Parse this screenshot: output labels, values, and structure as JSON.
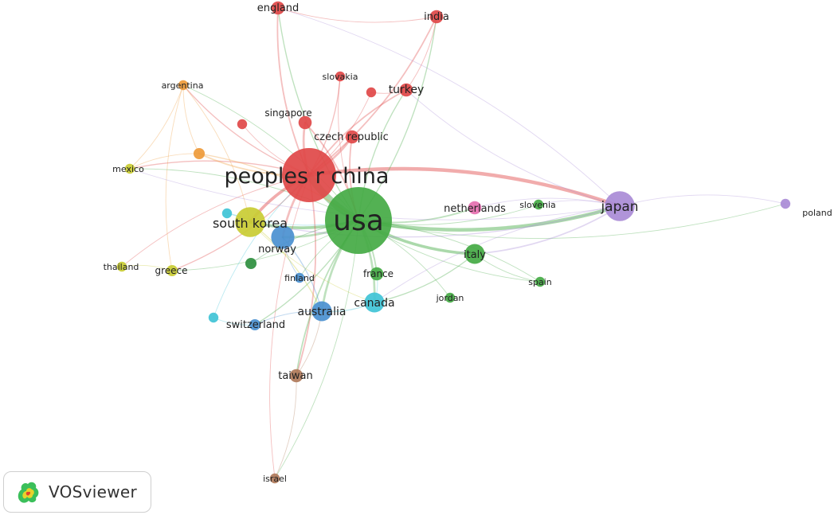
{
  "colors": {
    "red": "#e04848",
    "green": "#44aa44",
    "purple": "#a98bd6",
    "yellow": "#c9cc33",
    "blue": "#4a90d0",
    "cyan": "#3fc3d6",
    "orange": "#ee9a3a",
    "pink": "#e66fb0",
    "brown": "#b07a5a",
    "darkgreen": "#2f8f3f"
  },
  "nodes": [
    {
      "id": "usa",
      "label": "usa",
      "color": "green",
      "weight": 10
    },
    {
      "id": "china",
      "label": "peoples r china",
      "color": "red",
      "weight": 9
    },
    {
      "id": "japan",
      "label": "japan",
      "color": "purple",
      "weight": 4
    },
    {
      "id": "skorea",
      "label": "south korea",
      "color": "yellow",
      "weight": 4
    },
    {
      "id": "norway",
      "label": "norway",
      "color": "blue",
      "weight": 3
    },
    {
      "id": "italy",
      "label": "italy",
      "color": "green",
      "weight": 2.5
    },
    {
      "id": "canada",
      "label": "canada",
      "color": "cyan",
      "weight": 2.5
    },
    {
      "id": "australia",
      "label": "australia",
      "color": "blue",
      "weight": 2.5
    },
    {
      "id": "netherlands",
      "label": "netherlands",
      "color": "pink",
      "weight": 1.5
    },
    {
      "id": "france",
      "label": "france",
      "color": "green",
      "weight": 1.5
    },
    {
      "id": "england",
      "label": "england",
      "color": "red",
      "weight": 1.5
    },
    {
      "id": "india",
      "label": "india",
      "color": "red",
      "weight": 1.5
    },
    {
      "id": "turkey",
      "label": "turkey",
      "color": "red",
      "weight": 1.5
    },
    {
      "id": "czech",
      "label": "czech republic",
      "color": "red",
      "weight": 1.5
    },
    {
      "id": "singapore",
      "label": "singapore",
      "color": "red",
      "weight": 1.5
    },
    {
      "id": "slovakia",
      "label": "slovakia",
      "color": "red",
      "weight": 1
    },
    {
      "id": "argentina",
      "label": "argentina",
      "color": "orange",
      "weight": 1
    },
    {
      "id": "mexico",
      "label": "mexico",
      "color": "yellow",
      "weight": 1
    },
    {
      "id": "thailand",
      "label": "thailand",
      "color": "yellow",
      "weight": 1
    },
    {
      "id": "greece",
      "label": "greece",
      "color": "yellow",
      "weight": 1.2
    },
    {
      "id": "finland",
      "label": "finland",
      "color": "blue",
      "weight": 1
    },
    {
      "id": "switzerland",
      "label": "switzerland",
      "color": "blue",
      "weight": 1.2
    },
    {
      "id": "taiwan",
      "label": "taiwan",
      "color": "brown",
      "weight": 1.5
    },
    {
      "id": "israel",
      "label": "israel",
      "color": "brown",
      "weight": 1
    },
    {
      "id": "slovenia",
      "label": "slovenia",
      "color": "green",
      "weight": 1
    },
    {
      "id": "spain",
      "label": "spain",
      "color": "green",
      "weight": 1
    },
    {
      "id": "jordan",
      "label": "jordan",
      "color": "green",
      "weight": 1
    },
    {
      "id": "poland",
      "label": "poland",
      "color": "purple",
      "weight": 1
    },
    {
      "id": "u1",
      "label": "",
      "color": "orange",
      "weight": 1.2
    },
    {
      "id": "u2",
      "label": "",
      "color": "red",
      "weight": 1
    },
    {
      "id": "u3",
      "label": "",
      "color": "red",
      "weight": 1
    },
    {
      "id": "u4",
      "label": "",
      "color": "darkgreen",
      "weight": 1.2
    },
    {
      "id": "u5",
      "label": "",
      "color": "cyan",
      "weight": 1
    },
    {
      "id": "u6",
      "label": "",
      "color": "cyan",
      "weight": 1
    }
  ],
  "links": [
    [
      "usa",
      "china",
      10
    ],
    [
      "usa",
      "japan",
      5
    ],
    [
      "china",
      "japan",
      5
    ],
    [
      "usa",
      "italy",
      4
    ],
    [
      "usa",
      "skorea",
      4
    ],
    [
      "china",
      "skorea",
      4
    ],
    [
      "usa",
      "norway",
      3
    ],
    [
      "china",
      "norway",
      3
    ],
    [
      "usa",
      "canada",
      3
    ],
    [
      "usa",
      "australia",
      3
    ],
    [
      "usa",
      "france",
      2
    ],
    [
      "usa",
      "netherlands",
      2
    ],
    [
      "china",
      "england",
      2
    ],
    [
      "china",
      "india",
      2
    ],
    [
      "china",
      "turkey",
      2
    ],
    [
      "china",
      "czech",
      3
    ],
    [
      "china",
      "singapore",
      3
    ],
    [
      "china",
      "slovakia",
      1.5
    ],
    [
      "china",
      "argentina",
      1.5
    ],
    [
      "china",
      "mexico",
      1.5
    ],
    [
      "china",
      "greece",
      1.5
    ],
    [
      "china",
      "thailand",
      1
    ],
    [
      "china",
      "taiwan",
      2
    ],
    [
      "usa",
      "taiwan",
      2
    ],
    [
      "usa",
      "israel",
      1
    ],
    [
      "china",
      "israel",
      1
    ],
    [
      "usa",
      "england",
      1.5
    ],
    [
      "usa",
      "india",
      1.5
    ],
    [
      "usa",
      "turkey",
      1.5
    ],
    [
      "usa",
      "spain",
      1
    ],
    [
      "usa",
      "jordan",
      1
    ],
    [
      "usa",
      "slovenia",
      1
    ],
    [
      "usa",
      "switzerland",
      1.5
    ],
    [
      "usa",
      "finland",
      1
    ],
    [
      "usa",
      "greece",
      1
    ],
    [
      "usa",
      "mexico",
      1
    ],
    [
      "japan",
      "poland",
      1
    ],
    [
      "usa",
      "poland",
      1
    ],
    [
      "japan",
      "italy",
      2
    ],
    [
      "japan",
      "canada",
      1
    ],
    [
      "japan",
      "skorea",
      1.5
    ],
    [
      "japan",
      "england",
      1
    ],
    [
      "japan",
      "turkey",
      1
    ],
    [
      "japan",
      "netherlands",
      1
    ],
    [
      "italy",
      "canada",
      1.5
    ],
    [
      "italy",
      "spain",
      1
    ],
    [
      "canada",
      "australia",
      1.5
    ],
    [
      "canada",
      "france",
      1
    ],
    [
      "norway",
      "australia",
      1.5
    ],
    [
      "norway",
      "finland",
      1
    ],
    [
      "skorea",
      "australia",
      1.5
    ],
    [
      "skorea",
      "canada",
      1
    ],
    [
      "argentina",
      "mexico",
      1
    ],
    [
      "argentina",
      "greece",
      1
    ],
    [
      "argentina",
      "skorea",
      1
    ],
    [
      "u1",
      "china",
      2
    ],
    [
      "u1",
      "usa",
      1.5
    ],
    [
      "u1",
      "mexico",
      1
    ],
    [
      "u1",
      "argentina",
      1
    ],
    [
      "u2",
      "china",
      1
    ],
    [
      "u3",
      "china",
      1
    ],
    [
      "u3",
      "turkey",
      1
    ],
    [
      "u4",
      "usa",
      1
    ],
    [
      "u5",
      "usa",
      1
    ],
    [
      "u5",
      "skorea",
      1
    ],
    [
      "u6",
      "switzerland",
      1
    ],
    [
      "u6",
      "china",
      1
    ],
    [
      "taiwan",
      "australia",
      1
    ],
    [
      "taiwan",
      "israel",
      1
    ],
    [
      "england",
      "india",
      1
    ],
    [
      "india",
      "turkey",
      1
    ],
    [
      "greece",
      "thailand",
      1
    ],
    [
      "switzerland",
      "australia",
      1
    ],
    [
      "czech",
      "usa",
      2
    ],
    [
      "singapore",
      "usa",
      2
    ],
    [
      "slovakia",
      "usa",
      1
    ],
    [
      "usa",
      "spain",
      1
    ],
    [
      "japan",
      "slovenia",
      1
    ],
    [
      "japan",
      "mexico",
      1
    ],
    [
      "usa",
      "argentina",
      1
    ]
  ],
  "branding": {
    "name": "VOSviewer"
  }
}
